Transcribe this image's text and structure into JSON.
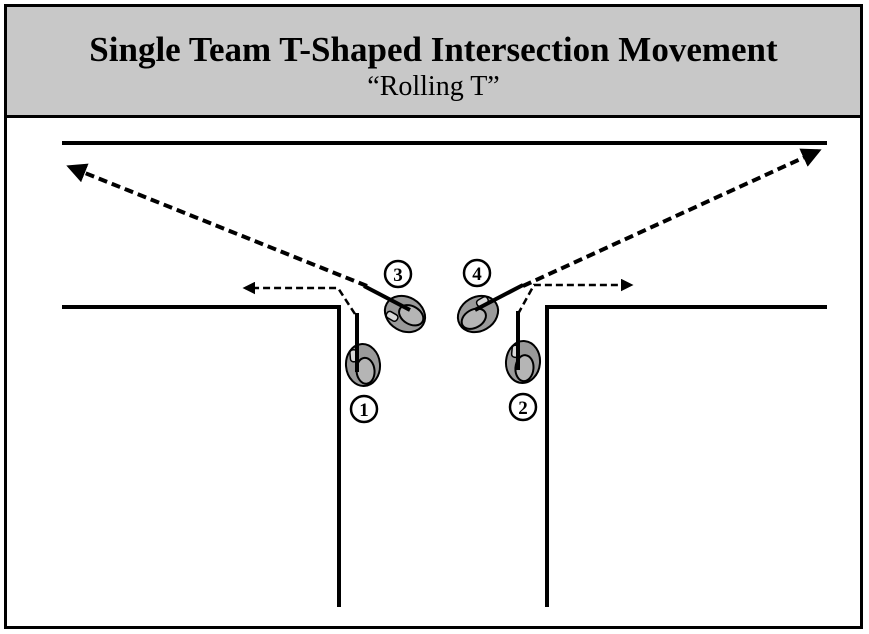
{
  "header": {
    "title": "Single Team T-Shaped Intersection Movement",
    "subtitle": "“Rolling T”"
  },
  "positions": [
    {
      "number": "1"
    },
    {
      "number": "2"
    },
    {
      "number": "3"
    },
    {
      "number": "4"
    }
  ],
  "colors": {
    "header_bg": "#c8c8c8",
    "officer_fill": "#9a9a9a",
    "line": "#000000"
  },
  "icons": {
    "officer": "officer-with-rifle-icon",
    "arrow": "dashed-arrow"
  }
}
